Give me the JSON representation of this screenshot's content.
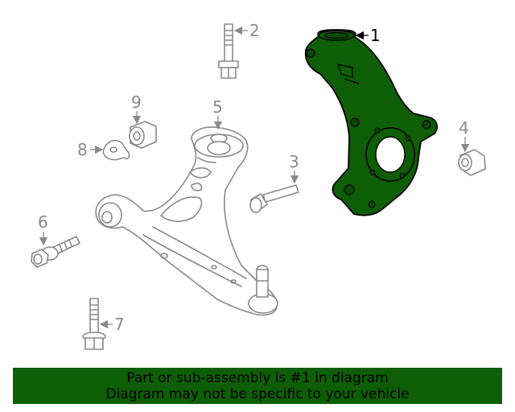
{
  "diagram": {
    "callouts": [
      "1",
      "2",
      "3",
      "4",
      "5",
      "6",
      "7",
      "8",
      "9"
    ],
    "highlighted_color": "#0e5e06",
    "outline_color": "#8a8a8a"
  },
  "banner": {
    "line1": "Part or sub-assembly is #1 in diagram",
    "line2": "Diagram may not be specific to your vehicle",
    "background": "#0e5e06"
  }
}
